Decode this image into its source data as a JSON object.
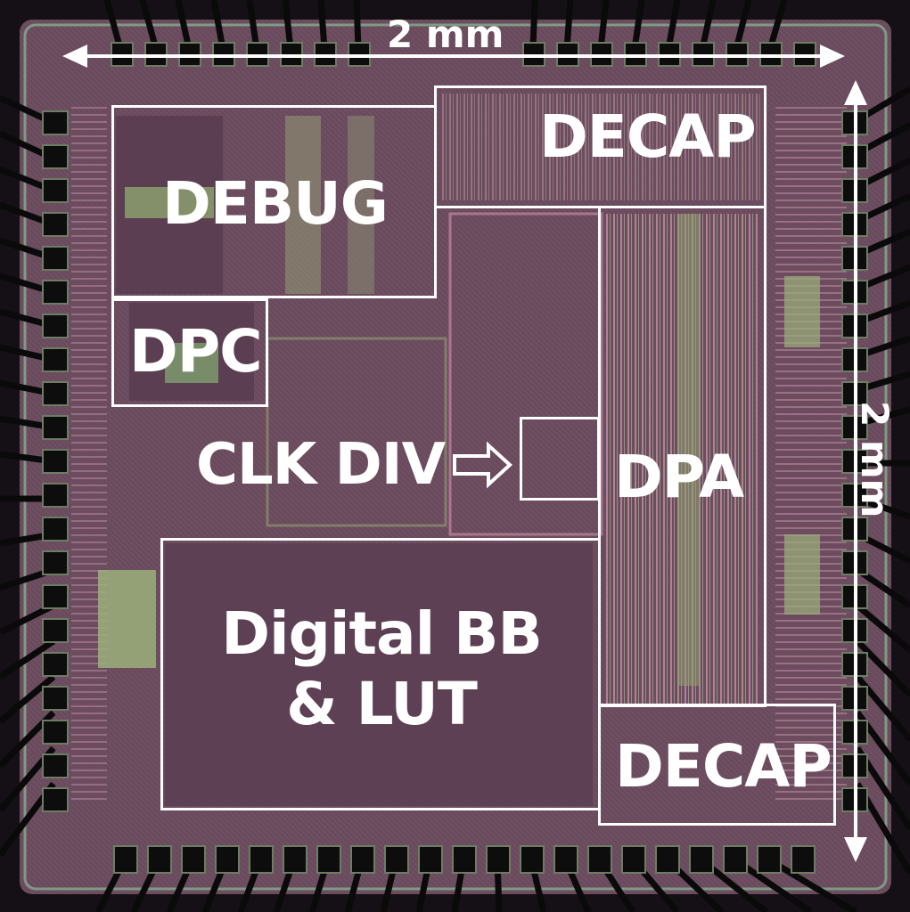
{
  "dimensions": {
    "width_label": "2 mm",
    "height_label": "2 mm"
  },
  "blocks": {
    "debug": "DEBUG",
    "decap_top": "DECAP",
    "dpc": "DPC",
    "clk_div": "CLK DIV",
    "dpa": "DPA",
    "digital_bb_line1": "Digital BB",
    "digital_bb_line2": "& LUT",
    "decap_bottom": "DECAP"
  },
  "colors": {
    "die": "#6b4a5e",
    "die_dark": "#4d3344",
    "pad": "#0d0d0d",
    "pad_ring": "#8a9a7a",
    "annotation": "#ffffff",
    "circuit_green": "#9bb07a",
    "circuit_pink": "#c48aa0"
  }
}
